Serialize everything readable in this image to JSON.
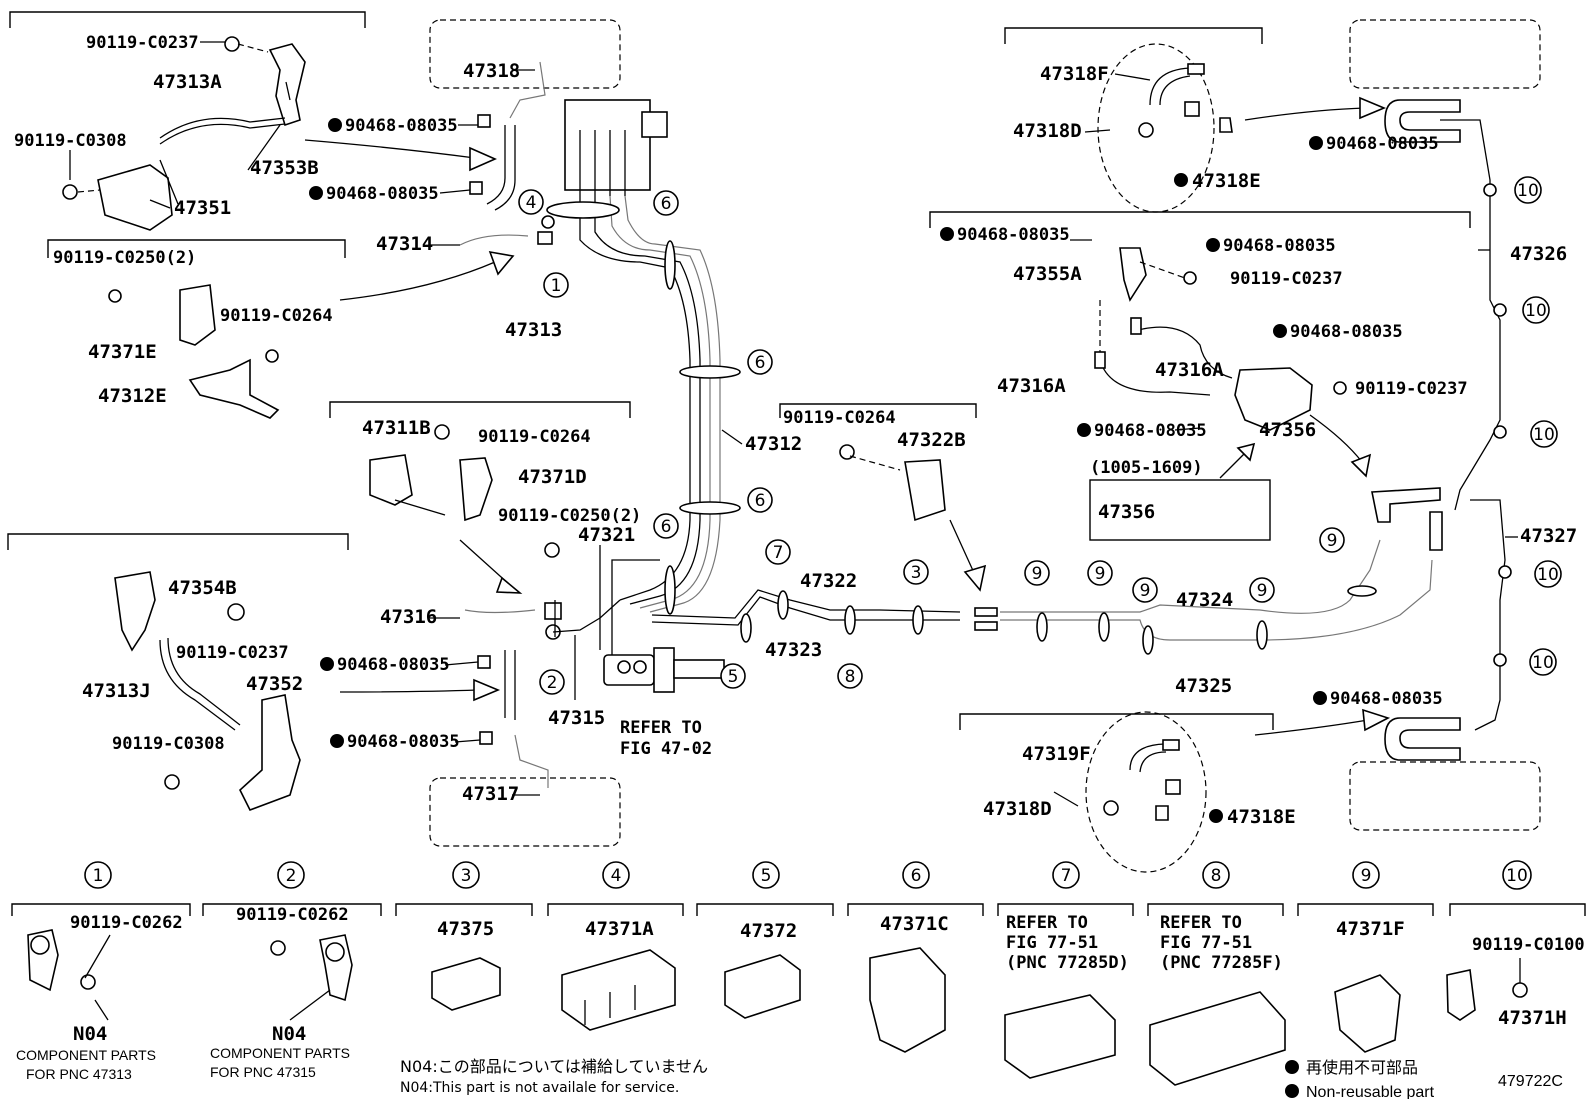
{
  "labels": {
    "p_90119_C0237_a": "90119-C0237",
    "p_47313A": "47313A",
    "p_90119_C0308_a": "90119-C0308",
    "p_47353B": "47353B",
    "p_47351": "47351",
    "p_47318": "47318",
    "p_90468_1": "90468-08035",
    "p_90468_2": "90468-08035",
    "p_47314": "47314",
    "p_47313": "47313",
    "p_90119_C0250": "90119-C0250(2)",
    "p_90119_C0264_a": "90119-C0264",
    "p_47371E": "47371E",
    "p_47312E": "47312E",
    "p_47311B": "47311B",
    "p_90119_C0264_b": "90119-C0264",
    "p_47371D": "47371D",
    "p_90119_C0250b": "90119-C0250(2)",
    "p_47354B": "47354B",
    "p_90119_C0237_b": "90119-C0237",
    "p_47313J": "47313J",
    "p_47352": "47352",
    "p_90119_C0308_b": "90119-C0308",
    "p_47316": "47316",
    "p_90468_3": "90468-08035",
    "p_90468_4": "90468-08035",
    "p_47317": "47317",
    "p_47315": "47315",
    "p_refer1": "REFER TO",
    "p_refer1b": "FIG 47-02",
    "p_47321": "47321",
    "p_47312": "47312",
    "p_47322": "47322",
    "p_47323": "47323",
    "p_90119_C0264_c": "90119-C0264",
    "p_47322B": "47322B",
    "p_47318F": "47318F",
    "p_47318D_a": "47318D",
    "p_47318E_a": "47318E",
    "p_90468_5": "90468-08035",
    "p_90468_6": "90468-08035",
    "p_90468_7": "90468-08035",
    "p_47355A": "47355A",
    "p_90119_C0237_c": "90119-C0237",
    "p_90468_8": "90468-08035",
    "p_47316A_a": "47316A",
    "p_47316A_b": "47316A",
    "p_90119_C0237_d": "90119-C0237",
    "p_90468_9": "90468-08035",
    "p_47356_a": "47356",
    "p_range": "(1005-1609)",
    "p_47356_b": "47356",
    "p_47326": "47326",
    "p_47327": "47327",
    "p_47324": "47324",
    "p_47325": "47325",
    "p_90468_10": "90468-08035",
    "p_47319F": "47319F",
    "p_47318D_b": "47318D",
    "p_47318E_b": "47318E"
  },
  "circled": {
    "c1": "1",
    "c2": "2",
    "c3": "3",
    "c4": "4",
    "c5": "5",
    "c6": "6",
    "c7": "7",
    "c8": "8",
    "c9": "9",
    "c10": "10"
  },
  "bottom": {
    "b1_code": "90119-C0262",
    "b1_n04": "N04",
    "b1_cap1": "COMPONENT PARTS",
    "b1_cap2": "FOR PNC 47313",
    "b2_code": "90119-C0262",
    "b2_n04": "N04",
    "b2_cap1": "COMPONENT PARTS",
    "b2_cap2": "FOR PNC 47315",
    "b3": "47375",
    "b4": "47371A",
    "b5": "47372",
    "b6": "47371C",
    "b7a": "REFER TO",
    "b7b": "FIG 77-51",
    "b7c": "(PNC 77285D)",
    "b8a": "REFER TO",
    "b8b": "FIG 77-51",
    "b8c": "(PNC 77285F)",
    "b9": "47371F",
    "b10_code": "90119-C0100",
    "b10": "47371H"
  },
  "notes": {
    "n04_jp": "N04:この部品については補給していません",
    "n04_en": "N04:This part is not availale for service.",
    "legend_jp": "再使用不可部品",
    "legend_en": "Non-reusable part",
    "figure_id": "479722C"
  }
}
